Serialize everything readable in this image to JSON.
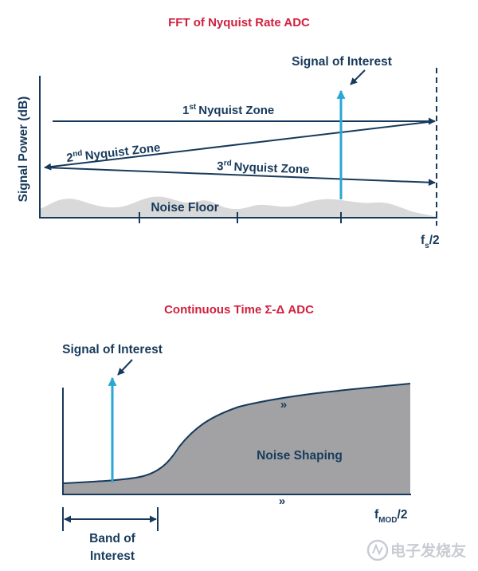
{
  "colors": {
    "title": "#d1203f",
    "navy": "#173a5c",
    "signal": "#2aa7d4",
    "noise_light": "#d9d9d9",
    "noise_dark": "#a2a2a4",
    "watermark": "#c8ccd2"
  },
  "top_diagram": {
    "title": "FFT of Nyquist Rate ADC",
    "y_axis_label": "Signal Power (dB)",
    "signal_label": "Signal of Interest",
    "zone1": {
      "sup": "st",
      "text": "Nyquist Zone",
      "num": "1"
    },
    "zone2": {
      "sup": "nd",
      "text": "Nyquist Zone",
      "num": "2"
    },
    "zone3": {
      "sup": "rd",
      "text": "Nyquist Zone",
      "num": "3"
    },
    "noise_label": "Noise Floor",
    "x_end": {
      "main": "f",
      "sub": "s",
      "tail": "/2"
    }
  },
  "bottom_diagram": {
    "title": "Continuous Time Σ-Δ ADC",
    "signal_label": "Signal of Interest",
    "noise_label": "Noise Shaping",
    "band_line1": "Band of",
    "band_line2": "Interest",
    "x_end": {
      "main": "f",
      "sub": "MOD",
      "tail": "/2"
    },
    "break_mark": "»"
  },
  "watermark": "电子发烧友"
}
